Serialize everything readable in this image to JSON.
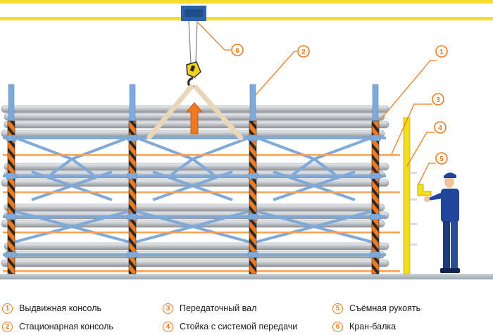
{
  "colors": {
    "rail": "#f4de2b",
    "post_blue": "#7fa9d8",
    "hazard_orange": "#ef7a22",
    "hazard_black": "#2a2a2a",
    "pipe": "#c3c7cc",
    "pipe_edge": "#8e9399",
    "console_orange": "#f3a35a",
    "callout": "#f07a22",
    "floor": "#b4bcc6",
    "worker_blue": "#20459a",
    "hoist_box": "#2c62a8",
    "sling": "#ead7b9",
    "handle_yellow": "#f2dc1e"
  },
  "callouts": [
    {
      "num": "1"
    },
    {
      "num": "2"
    },
    {
      "num": "3"
    },
    {
      "num": "4"
    },
    {
      "num": "5"
    },
    {
      "num": "6"
    }
  ],
  "legend": [
    {
      "num": "1",
      "label": "Выдвижная консоль"
    },
    {
      "num": "2",
      "label": "Стационарная консоль"
    },
    {
      "num": "3",
      "label": "Передаточный вал"
    },
    {
      "num": "4",
      "label": "Стойка с системой передачи"
    },
    {
      "num": "5",
      "label": "Съёмная рукоять"
    },
    {
      "num": "6",
      "label": "Кран-балка"
    }
  ]
}
